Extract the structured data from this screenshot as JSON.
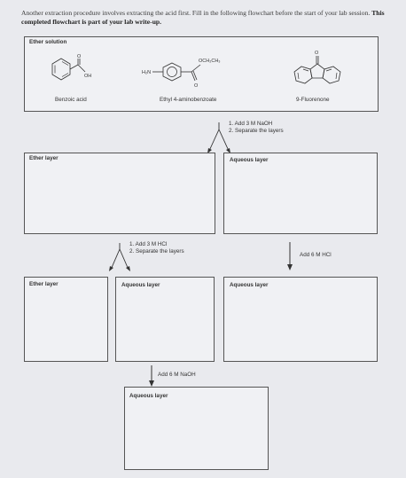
{
  "intro": {
    "plain": "Another extraction procedure involves extracting the acid first. Fill in the following flowchart before the start of your lab session.",
    "bold": "This completed flowchart is part of your lab write-up."
  },
  "ether_solution": {
    "label": "Ether solution",
    "compounds": [
      {
        "name": "Benzoic acid",
        "icon": "benzoic-acid-structure"
      },
      {
        "name": "Ethyl 4-aminobenzoate",
        "icon": "ethyl-4-aminobenzoate-structure"
      },
      {
        "name": "9-Fluorenone",
        "icon": "9-fluorenone-structure"
      }
    ],
    "atoms": {
      "o": "O",
      "oh": "OH",
      "h2n": "H₂N",
      "och2ch3": "OCH₂CH₃"
    }
  },
  "step1": {
    "line1": "1. Add 3 M NaOH",
    "line2": "2. Separate the layers"
  },
  "level2": {
    "left": "Ether layer",
    "right": "Aqueous layer"
  },
  "step2": {
    "line1": "1. Add 3 M HCl",
    "line2": "2. Separate the layers"
  },
  "step_right": {
    "text": "Add 6 M HCl"
  },
  "level3": {
    "a": "Ether layer",
    "b": "Aqueous layer",
    "c": "Aqueous layer"
  },
  "step3": {
    "text": "Add 6 M NaOH"
  },
  "level4": {
    "label": "Aqueous layer"
  }
}
